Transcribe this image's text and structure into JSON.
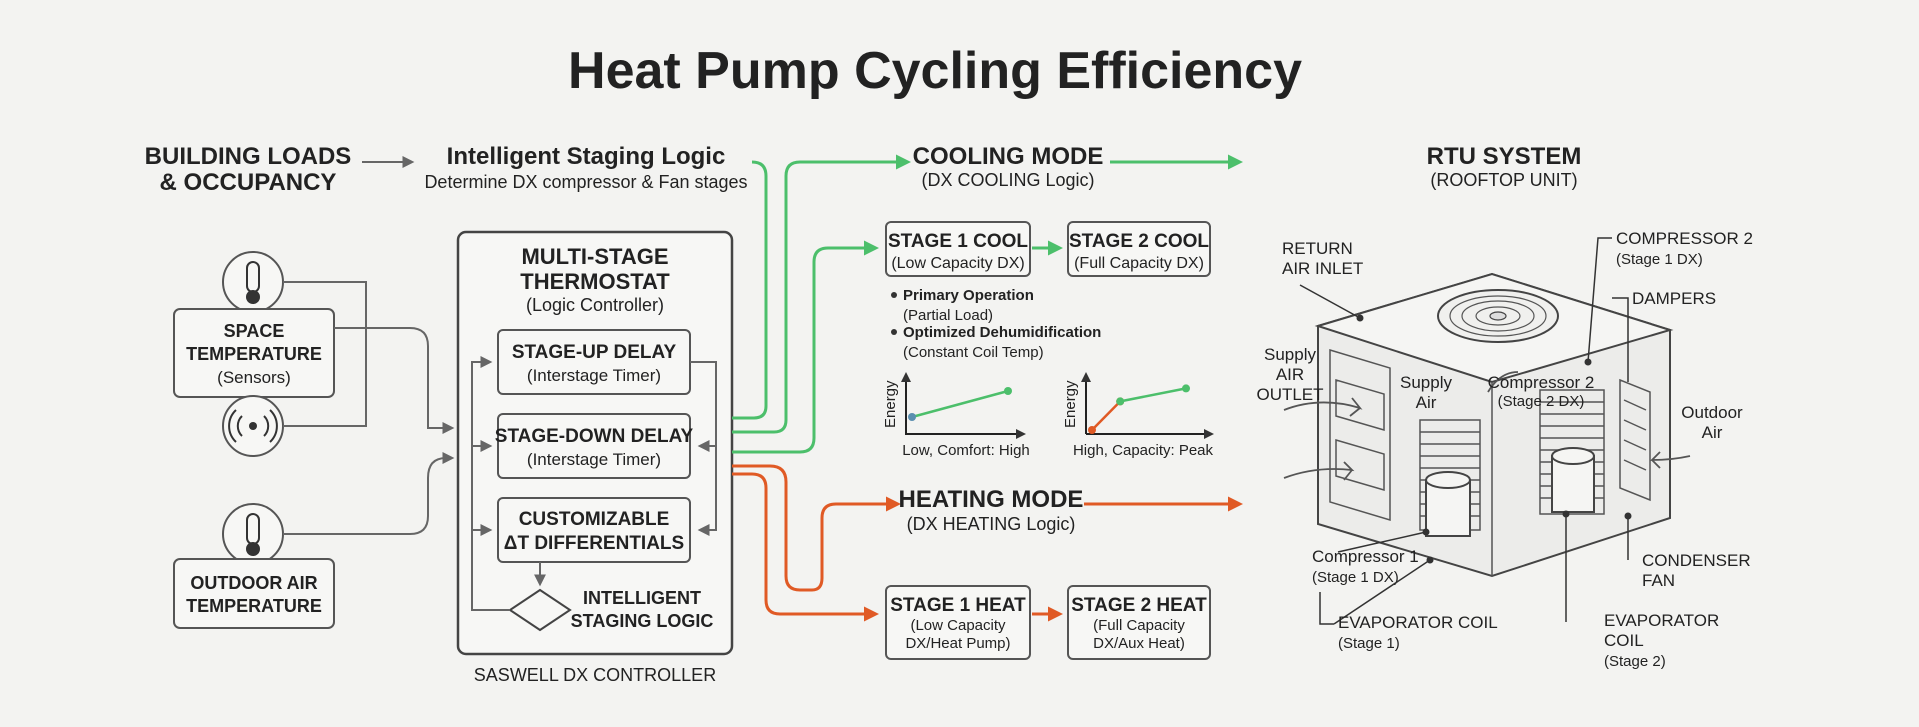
{
  "title": "Heat Pump Cycling Efficiency",
  "inputs": {
    "building_loads": [
      "BUILDING LOADS",
      "& OCCUPANCY"
    ],
    "space_temp": {
      "title": [
        "SPACE",
        "TEMPERATURE"
      ],
      "sub": "(Sensors)"
    },
    "outdoor_air": {
      "title": [
        "OUTDOOR AIR",
        "TEMPERATURE"
      ]
    }
  },
  "staging": {
    "title": "Intelligent Staging Logic",
    "sub": "Determine DX compressor & Fan stages"
  },
  "thermostat": {
    "title": [
      "MULTI-STAGE",
      "THERMOSTAT"
    ],
    "sub": "(Logic Controller)",
    "stage_up": {
      "title": "STAGE-UP DELAY",
      "sub": "(Interstage Timer)"
    },
    "stage_down": {
      "title": "STAGE-DOWN DELAY",
      "sub": "(Interstage Timer)"
    },
    "differentials": [
      "CUSTOMIZABLE",
      "ΔT DIFFERENTIALS"
    ],
    "decision": [
      "INTELLIGENT",
      "STAGING LOGIC"
    ],
    "footer": "SASWELL DX CONTROLLER"
  },
  "cooling": {
    "title": "COOLING MODE",
    "sub": "(DX COOLING Logic)",
    "stage1": {
      "title": "STAGE 1 COOL",
      "sub": "(Low Capacity DX)"
    },
    "stage2": {
      "title": "STAGE 2 COOL",
      "sub": "(Full Capacity DX)"
    },
    "bullets": [
      {
        "title": "Primary Operation",
        "sub": "(Partial Load)"
      },
      {
        "title": "Optimized Dehumidification",
        "sub": "(Constant Coil Temp)"
      }
    ]
  },
  "heating": {
    "title": "HEATING MODE",
    "sub": "(DX HEATING Logic)",
    "stage1": {
      "title": "STAGE 1 HEAT",
      "sub": [
        "(Low Capacity",
        "DX/Heat Pump)"
      ]
    },
    "stage2": {
      "title": "STAGE 2 HEAT",
      "sub": [
        "(Full Capacity",
        "DX/Aux Heat)"
      ]
    }
  },
  "chart_data": [
    {
      "type": "line",
      "title": "",
      "xlabel": "Low, Comfort: High",
      "ylabel": "Energy",
      "series": [
        {
          "color": "#4cbf6b",
          "start_color": "#5a8fb0",
          "x": [
            0,
            1
          ],
          "y": [
            0.25,
            0.75
          ]
        }
      ]
    },
    {
      "type": "line",
      "title": "",
      "xlabel": "High, Capacity: Peak",
      "ylabel": "Energy",
      "series": [
        {
          "color": "#e05a25",
          "x": [
            0,
            0.3
          ],
          "y": [
            0,
            0.55
          ]
        },
        {
          "color": "#4cbf6b",
          "x": [
            0.3,
            1
          ],
          "y": [
            0.55,
            0.8
          ]
        }
      ]
    }
  ],
  "rtu": {
    "title": "RTU SYSTEM",
    "sub": "(ROOFTOP UNIT)",
    "labels": {
      "return_air": [
        "RETURN",
        "AIR INLET"
      ],
      "compressor2_top": [
        "COMPRESSOR 2",
        "(Stage 1 DX)"
      ],
      "dampers": "DAMPERS",
      "supply_outlet": [
        "Supply",
        "AIR",
        "OUTLET"
      ],
      "supply_air": [
        "Supply",
        "Air"
      ],
      "compressor2_inner": [
        "Compressor 2",
        "(Stage 2 DX)"
      ],
      "outdoor_air": [
        "Outdoor",
        "Air"
      ],
      "compressor1": [
        "Compressor 1",
        "(Stage 1 DX)"
      ],
      "condenser_fan": [
        "CONDENSER",
        "FAN"
      ],
      "evap1": [
        "EVAPORATOR COIL",
        "(Stage 1)"
      ],
      "evap2": [
        "EVAPORATOR",
        "COIL",
        "(Stage 2)"
      ]
    }
  },
  "colors": {
    "cooling": "#4cbf6b",
    "heating": "#e05a25",
    "neutral": "#666666"
  }
}
